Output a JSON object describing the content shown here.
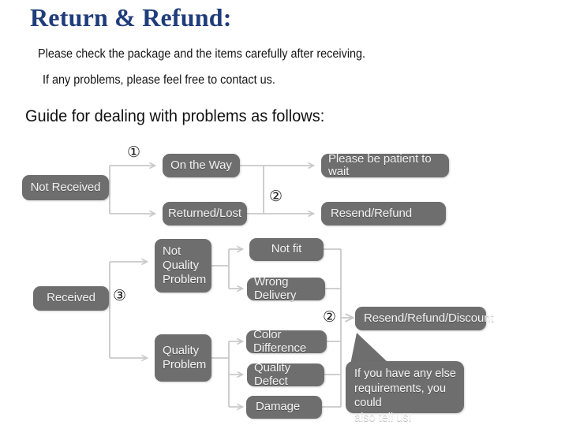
{
  "header": {
    "title": "Return & Refund:",
    "title_color": "#1f3d7a",
    "line1": "Please check the package and the items carefully after receiving.",
    "line2": "If any problems, please feel free to contact us.",
    "guide": "Guide for dealing with problems as follows:"
  },
  "flow": {
    "node_color": "#6e6e6e",
    "node_text_color": "#f2f2f2",
    "connector_color": "#c9c9c9",
    "nodes": {
      "not_received": "Not Received",
      "on_the_way": "On the Way",
      "returned_lost": "Returned/Lost",
      "please_wait": "Please be patient to wait",
      "resend_refund": "Resend/Refund",
      "received": "Received",
      "not_quality_problem": "Not\nQuality\nProblem",
      "quality_problem": "Quality\nProblem",
      "not_fit": "Not fit",
      "wrong_delivery": "Wrong Delivery",
      "color_difference": "Color Difference",
      "quality_defect": "Quality Defect",
      "damage": "Damage",
      "resend_refund_discount": "Resend/Refund/Discount"
    },
    "steps": {
      "step1": "①",
      "step2_top": "②",
      "step3": "③",
      "step2_bottom": "②"
    },
    "callout": "If you have any else\nrequirements, you could\nalso tell us!"
  }
}
